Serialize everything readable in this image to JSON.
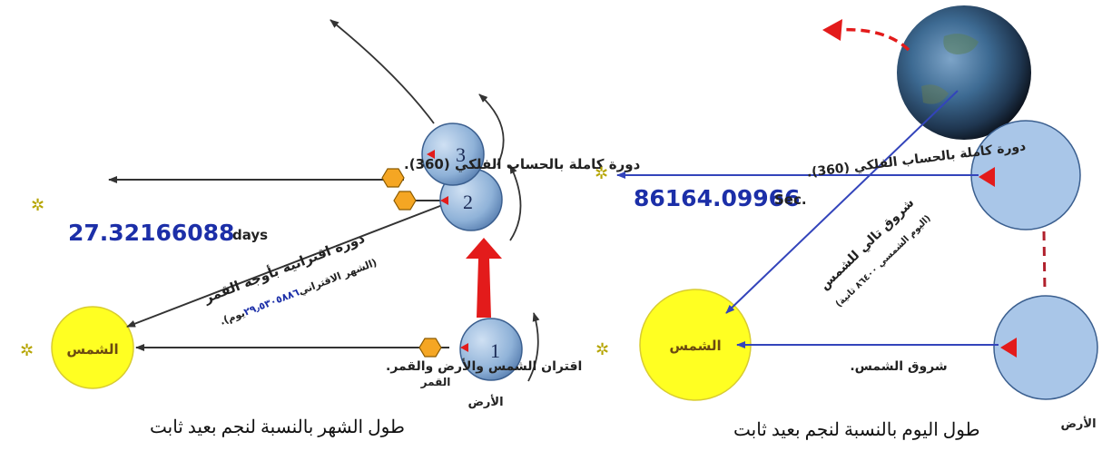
{
  "left_panel": {
    "caption": "طول الشهر بالنسبة لنجم بعيد ثابت",
    "full_rotation_label": "دورة كاملة بالحساب الفلكي (360).",
    "sidereal_value": "27.32166088",
    "sidereal_unit": "days",
    "synodic_title": "دورة اقترانية بأوجه القمر",
    "synodic_detail_prefix": "(الشهر الاقتراني",
    "synodic_detail_value": "٢٩٫٥٣٠٥٨٨٦",
    "synodic_detail_suffix": "يوم).",
    "conjunction_label": "اقتران الشمس والأرض والقمر.",
    "sun_label": "الشمس",
    "moon_label": "القمر",
    "earth_label": "الأرض",
    "positions": [
      "1",
      "2",
      "3"
    ]
  },
  "right_panel": {
    "caption": "طول اليوم بالنسبة لنجم بعيد ثابت",
    "full_rotation_label": "دورة كاملة بالحساب الفلكي (360).",
    "sidereal_day_value": "86164.09966",
    "sidereal_day_unit": "Sec.",
    "solar_day_title": "شروق تالي للشمس",
    "solar_day_detail": "(اليوم الشمسي ٨٦٤٠٠ ثانية)",
    "sunrise_label": "شروق الشمس.",
    "sun_label": "الشمس",
    "earth_label": "الأرض"
  },
  "colors": {
    "sun": "#ffff22",
    "earth": "#a9c6e8",
    "earth_outline": "#3b5f8f",
    "value_blue": "#1c2fa8",
    "arrow_dark": "#333333",
    "arrow_blue": "#3344bb",
    "arrow_red": "#e31b1b",
    "moon_orange": "#f5a623"
  }
}
